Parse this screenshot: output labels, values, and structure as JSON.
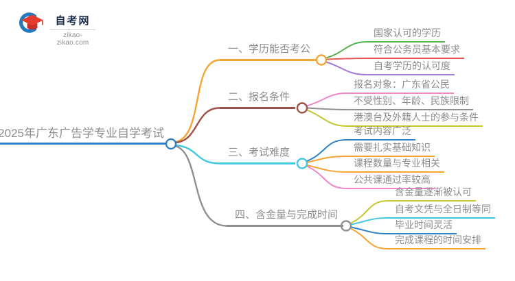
{
  "logo": {
    "title": "自考网",
    "url": "zikao-zikao.com"
  },
  "root": {
    "label": "2025年广东广告学专业自学考试"
  },
  "branches": [
    {
      "label": "一、学历能否考公",
      "color": "#F6A335",
      "children": [
        {
          "label": "国家认可的学历",
          "color": "#56B04D"
        },
        {
          "label": "符合公务员基本要求",
          "color": "#E8595A"
        },
        {
          "label": "自考学历的认可度",
          "color": "#A07BD5"
        }
      ]
    },
    {
      "label": "二、报名条件",
      "color": "#9C5047",
      "children": [
        {
          "label": "报名对象：广东省公民",
          "color": "#F285C6"
        },
        {
          "label": "不受性别、年龄、民族限制",
          "color": "#8F8F8F"
        },
        {
          "label": "港澳台及外籍人士的参与条件",
          "color": "#C3C72E"
        }
      ]
    },
    {
      "label": "三、考试难度",
      "color": "#41C7E0",
      "children": [
        {
          "label": "考试内容广泛",
          "color": "#2E80C4"
        },
        {
          "label": "需要扎实基础知识",
          "color": "#F6A335"
        },
        {
          "label": "课程数量与专业相关",
          "color": "#F6A335"
        },
        {
          "label": "公共课通过率较高",
          "color": "#F285C6"
        }
      ]
    },
    {
      "label": "四、含金量与完成时间",
      "color": "#8F8F8F",
      "children": [
        {
          "label": "含金量逐渐被认可",
          "color": "#C3C72E"
        },
        {
          "label": "自考文凭与全日制等同",
          "color": "#41C7E0"
        },
        {
          "label": "毕业时间灵活",
          "color": "#2E80C4"
        },
        {
          "label": "完成课程的时间安排",
          "color": "#F6A335"
        }
      ]
    }
  ],
  "colors": {
    "blue": "#2E80C4",
    "orange": "#F6A335",
    "maroon": "#9C5047",
    "cyan": "#41C7E0",
    "gray": "#8F8F8F",
    "green": "#56B04D",
    "red": "#E8595A",
    "purple": "#A07BD5",
    "pink": "#F285C6",
    "yellow": "#C3C72E",
    "text": "#8C8C8C",
    "logo_navy": "#1A2B4C",
    "logo_blue": "#2779BD",
    "logo_red": "#E63C30",
    "logo_red_dark": "#C9302A"
  }
}
